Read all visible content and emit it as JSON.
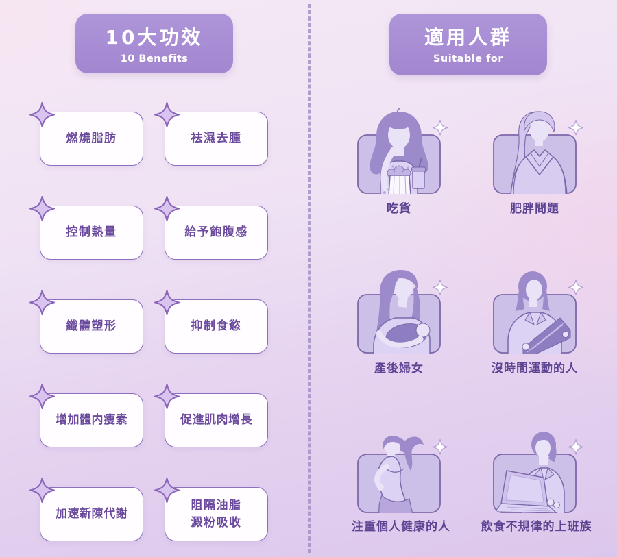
{
  "left": {
    "header": {
      "title": "10大功效",
      "subtitle": "10 Benefits"
    },
    "benefits": [
      "燃燒脂肪",
      "袪濕去腫",
      "控制熱量",
      "給予飽腹感",
      "纖體塑形",
      "抑制食慾",
      "增加體内瘦素",
      "促進肌肉增長",
      "加速新陳代謝",
      "阻隔油脂\n澱粉吸收"
    ]
  },
  "right": {
    "header": {
      "title": "適用人群",
      "subtitle": "Suitable for"
    },
    "audiences": [
      {
        "label": "吃貨",
        "illustration": "woman-eating-snacks"
      },
      {
        "label": "肥胖問題",
        "illustration": "overweight-woman"
      },
      {
        "label": "產後婦女",
        "illustration": "mother-holding-baby"
      },
      {
        "label": "沒時間運動的人",
        "illustration": "woman-reading-documents"
      },
      {
        "label": "注重個人健康的人",
        "illustration": "woman-jogging"
      },
      {
        "label": "飲食不規律的上班族",
        "illustration": "woman-at-laptop"
      }
    ]
  },
  "icons": {
    "benefit_marker": "sparkle-icon",
    "card_marker": "white-sparkle-icon"
  },
  "colors": {
    "header_bg": "#a88fd5",
    "benefit_text": "#6b4a9d",
    "benefit_border": "#8d6fbc",
    "card_fill": "#ccc0e8",
    "card_border": "#7d68aa",
    "label_text": "#5d4493",
    "divider": "#a293c5",
    "background_top": "#f5e9f5",
    "background_bottom": "#dcc7ec"
  }
}
